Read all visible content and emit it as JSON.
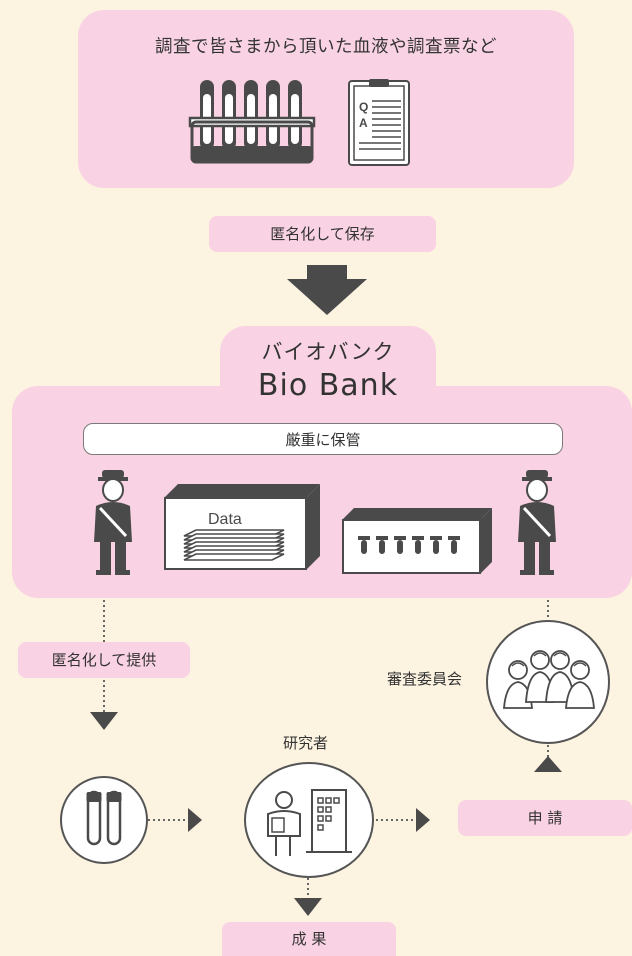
{
  "top": {
    "text": "調査で皆さまから頂いた血液や調査票など"
  },
  "step1": {
    "label": "匿名化して保存"
  },
  "biobank": {
    "name_jp": "バイオバンク",
    "name_en": "Bio Bank",
    "storage_label": "厳重に保管",
    "data_label": "Data"
  },
  "provide": {
    "label": "匿名化して提供"
  },
  "committee": {
    "label": "審査委員会"
  },
  "researcher": {
    "label": "研究者"
  },
  "apply": {
    "label": "申 請"
  },
  "result": {
    "label": "成 果"
  },
  "questionnaire": {
    "q": "Q",
    "a": "A"
  },
  "colors": {
    "background": "#fcf3e1",
    "pink": "#f9d3e3",
    "dark": "#4a4a4a"
  }
}
